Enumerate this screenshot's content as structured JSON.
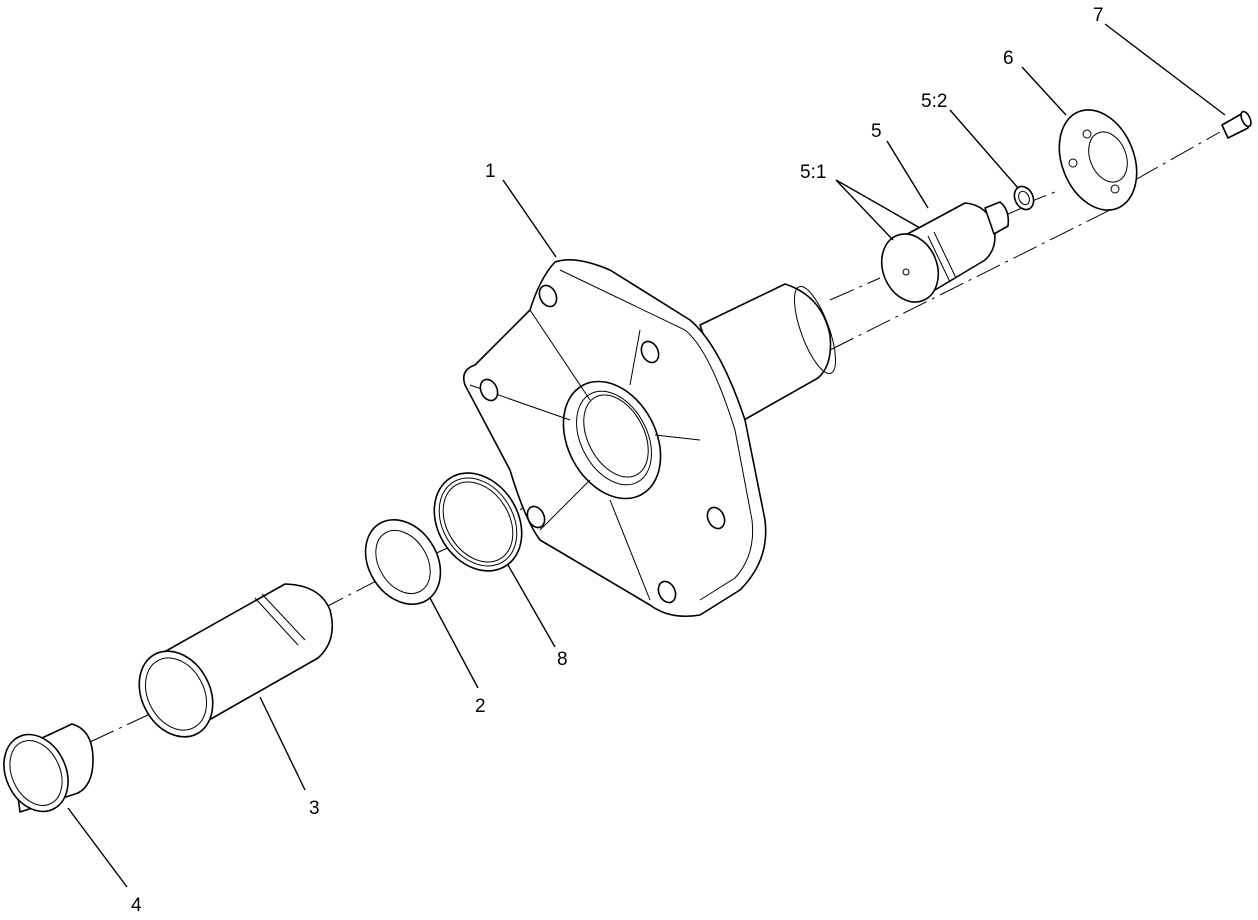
{
  "callouts": {
    "c1": "1",
    "c2": "2",
    "c3": "3",
    "c4": "4",
    "c5": "5",
    "c5_1": "5:1",
    "c5_2": "5:2",
    "c6": "6",
    "c7": "7",
    "c8": "8"
  }
}
